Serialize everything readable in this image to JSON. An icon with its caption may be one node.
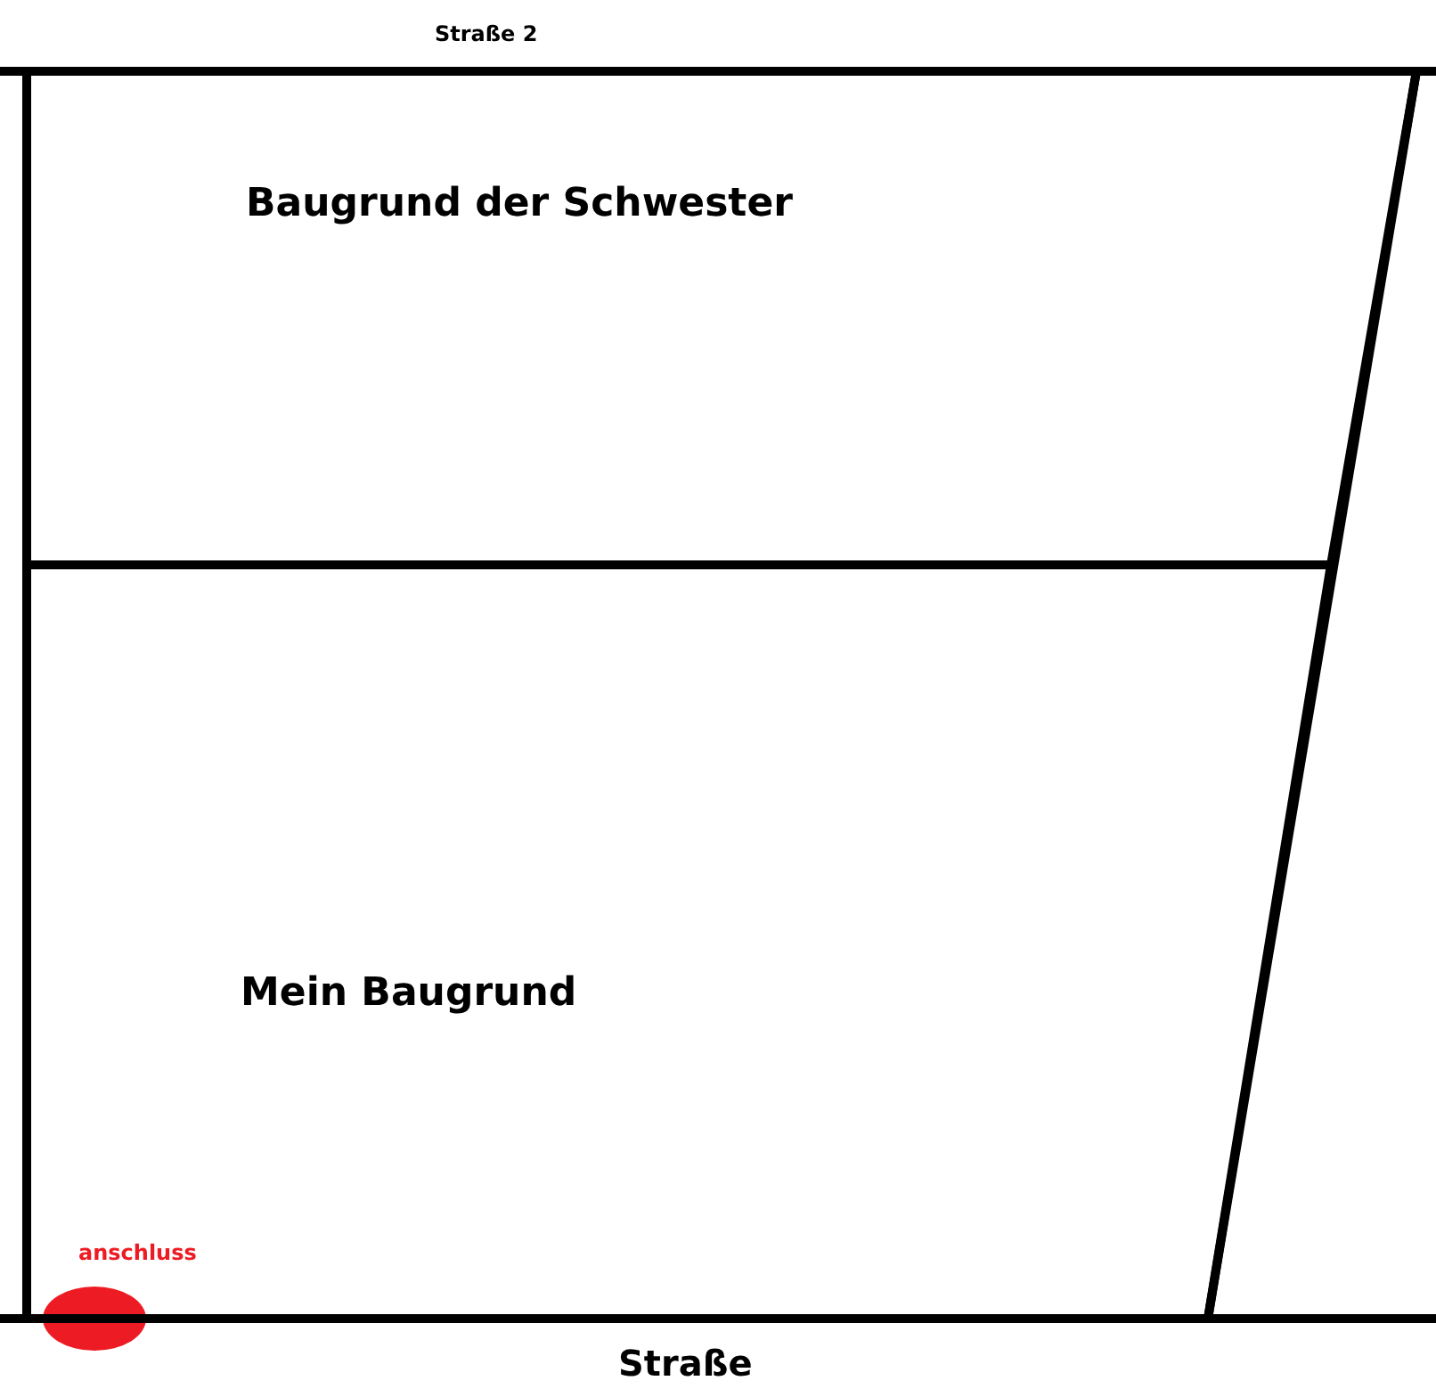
{
  "diagram": {
    "nodes": [
      {
        "text": [
          "Baugrund der Schwester"
        ]
      },
      {
        "text": [
          "Mein Baugrund"
        ]
      }
    ],
    "labels": [
      "Straße 2",
      "anschluss",
      "Straße"
    ]
  }
}
